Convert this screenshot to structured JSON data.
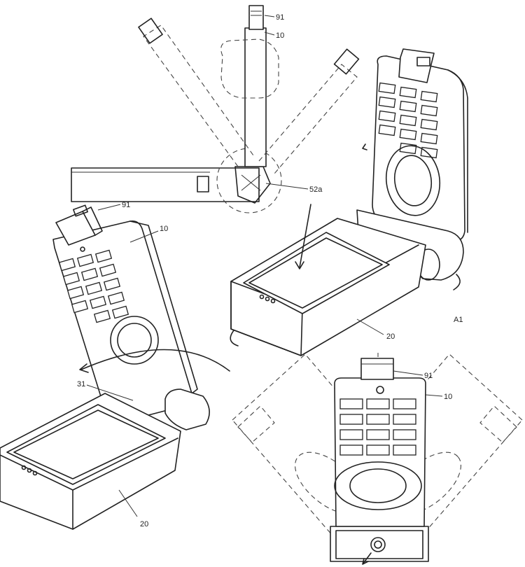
{
  "labels": {
    "top_91": "91",
    "top_10": "10",
    "top_52a": "52a",
    "left_91": "91",
    "left_10": "10",
    "left_31": "31",
    "left_20": "20",
    "right_20": "20",
    "right_a1": "A1",
    "bottom_91": "91",
    "bottom_10": "10"
  }
}
